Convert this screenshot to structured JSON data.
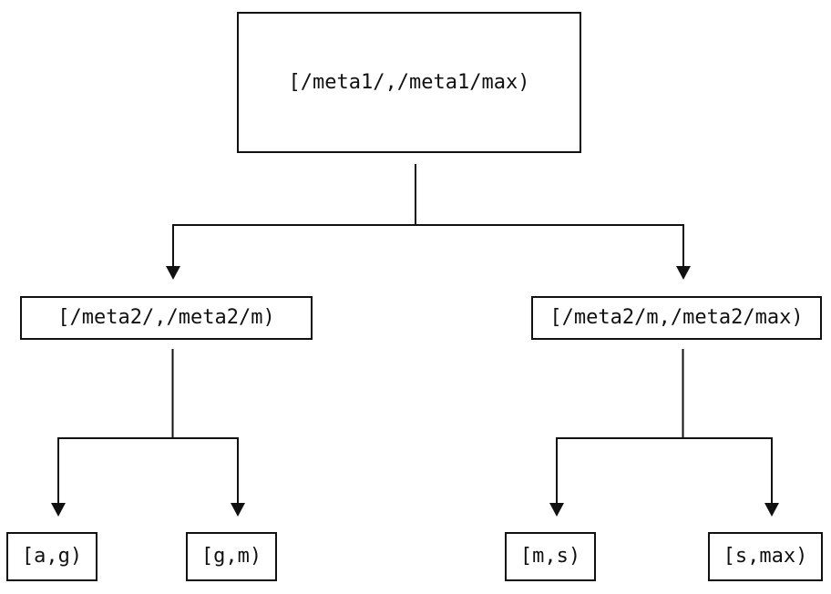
{
  "diagram": {
    "type": "tree",
    "background_color": "#ffffff",
    "line_color": "#111111",
    "text_color": "#111111",
    "nodes": {
      "root": {
        "label": "[/meta1/,/meta1/max)"
      },
      "left": {
        "label": "[/meta2/,/meta2/m)"
      },
      "right": {
        "label": "[/meta2/m,/meta2/max)"
      },
      "leaf_ag": {
        "label": "[a,g)"
      },
      "leaf_gm": {
        "label": "[g,m)"
      },
      "leaf_ms": {
        "label": "[m,s)"
      },
      "leaf_smax": {
        "label": "[s,max)"
      }
    },
    "edges": [
      {
        "from": "root",
        "to": "left"
      },
      {
        "from": "root",
        "to": "right"
      },
      {
        "from": "left",
        "to": "leaf_ag"
      },
      {
        "from": "left",
        "to": "leaf_gm"
      },
      {
        "from": "right",
        "to": "leaf_ms"
      },
      {
        "from": "right",
        "to": "leaf_smax"
      }
    ]
  }
}
